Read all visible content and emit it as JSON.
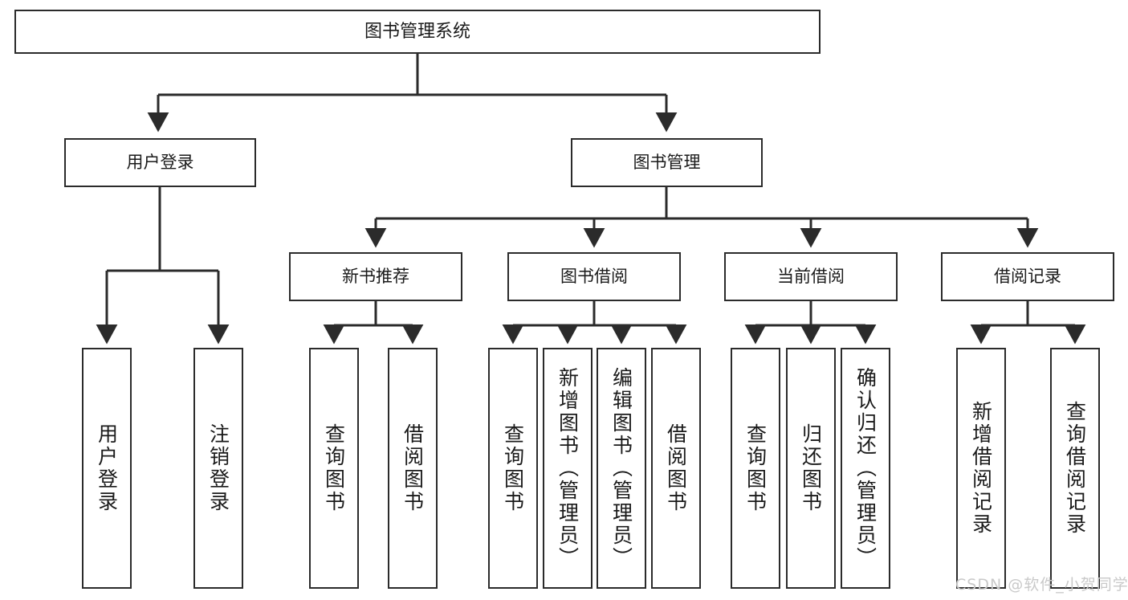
{
  "diagram": {
    "title": "图书管理系统",
    "type": "tree",
    "watermark": "CSDN @软件_小贺同学",
    "colors": {
      "stroke": "#2b2b2b",
      "fill": "#ffffff",
      "text": "#1a1a1a",
      "watermark": "#c9c9c9"
    },
    "root": {
      "label": "图书管理系统"
    },
    "level2": [
      {
        "id": "user-login",
        "label": "用户登录"
      },
      {
        "id": "book-manage",
        "label": "图书管理"
      }
    ],
    "level3": [
      {
        "id": "new-book-recommend",
        "label": "新书推荐"
      },
      {
        "id": "book-borrow",
        "label": "图书借阅"
      },
      {
        "id": "current-borrow",
        "label": "当前借阅"
      },
      {
        "id": "borrow-record",
        "label": "借阅记录"
      }
    ],
    "leaves": {
      "user_login": [
        {
          "id": "leaf-user-login",
          "label": "用户登录"
        },
        {
          "id": "leaf-logout",
          "label": "注销登录"
        }
      ],
      "new_book_recommend": [
        {
          "id": "leaf-query-book-1",
          "label": "查询图书"
        },
        {
          "id": "leaf-borrow-book-1",
          "label": "借阅图书"
        }
      ],
      "book_borrow": [
        {
          "id": "leaf-query-book-2",
          "label": "查询图书"
        },
        {
          "id": "leaf-add-book",
          "label": "新增图书（管理员）"
        },
        {
          "id": "leaf-edit-book",
          "label": "编辑图书（管理员）"
        },
        {
          "id": "leaf-borrow-book-2",
          "label": "借阅图书"
        }
      ],
      "current_borrow": [
        {
          "id": "leaf-query-book-3",
          "label": "查询图书"
        },
        {
          "id": "leaf-return-book",
          "label": "归还图书"
        },
        {
          "id": "leaf-confirm-return",
          "label": "确认归还（管理员）"
        }
      ],
      "borrow_record": [
        {
          "id": "leaf-add-record",
          "label": "新增借阅记录"
        },
        {
          "id": "leaf-query-record",
          "label": "查询借阅记录"
        }
      ]
    }
  }
}
